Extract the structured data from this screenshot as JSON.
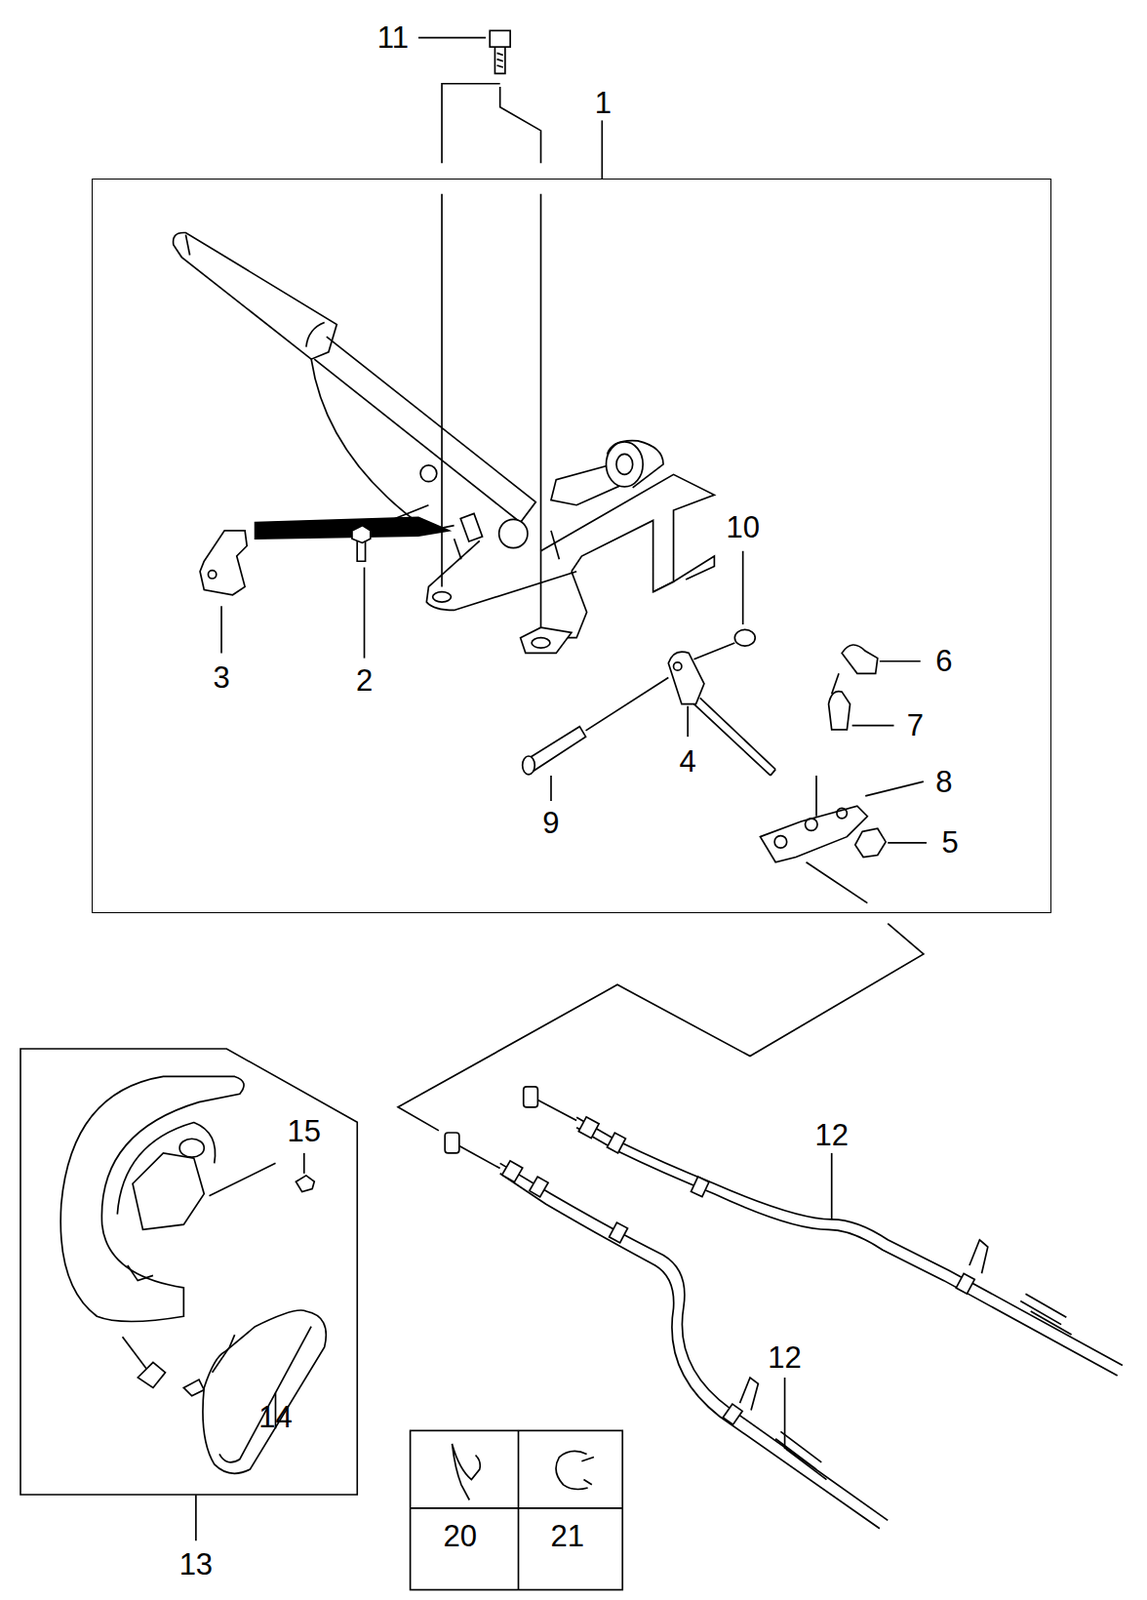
{
  "diagram": {
    "nodes": [
      {
        "text": [
          "1"
        ]
      },
      {
        "text": [
          "13"
        ]
      }
    ],
    "labels": [
      "11",
      "10",
      "6",
      "7",
      "8",
      "3",
      "2",
      "4",
      "9",
      "5",
      "12",
      "15",
      "12",
      "14",
      "20",
      "21"
    ]
  }
}
